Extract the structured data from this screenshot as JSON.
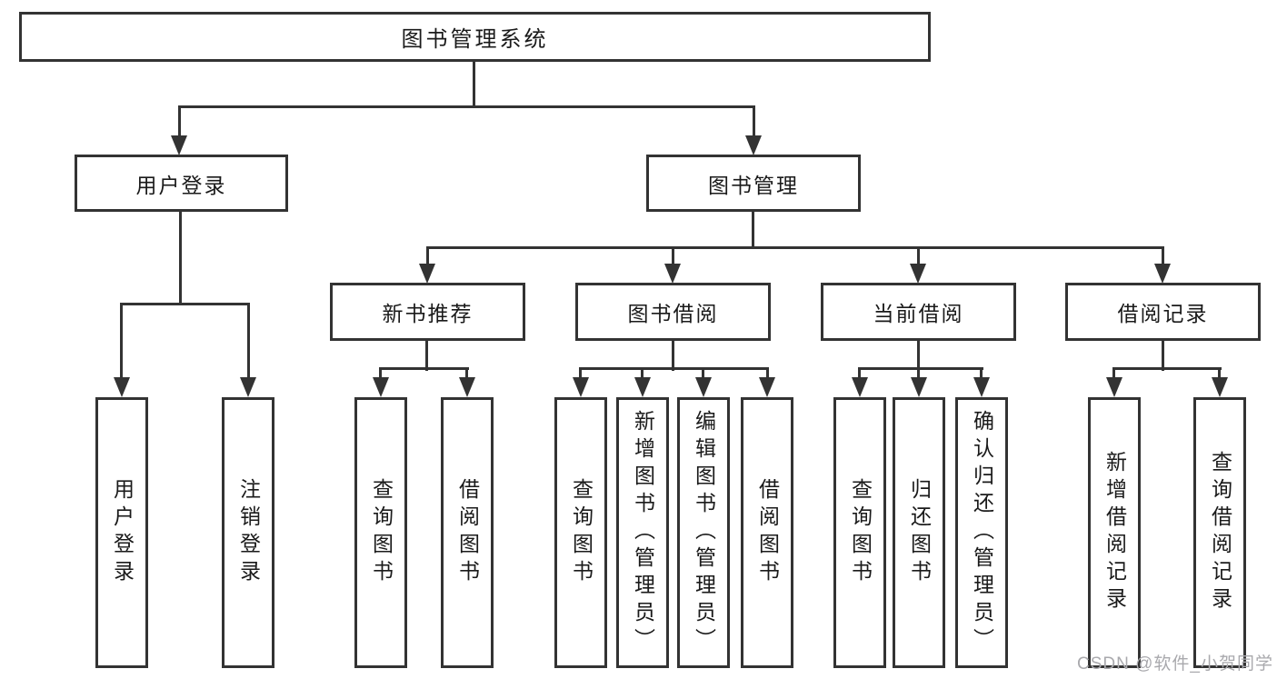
{
  "root": {
    "label": "图书管理系统"
  },
  "level1": {
    "user_login": {
      "label": "用户登录"
    },
    "book_management": {
      "label": "图书管理"
    }
  },
  "level2": {
    "new_book_recommend": {
      "label": "新书推荐"
    },
    "book_borrow": {
      "label": "图书借阅"
    },
    "current_borrow": {
      "label": "当前借阅"
    },
    "borrow_records": {
      "label": "借阅记录"
    }
  },
  "leaves": {
    "login": [
      {
        "label": "用户登录"
      },
      {
        "label": "注销登录"
      }
    ],
    "recommend": [
      {
        "label": "查询图书"
      },
      {
        "label": "借阅图书"
      }
    ],
    "borrow": [
      {
        "label": "查询图书"
      },
      {
        "label": "新增图书（管理员）"
      },
      {
        "label": "编辑图书（管理员）"
      },
      {
        "label": "借阅图书"
      }
    ],
    "current": [
      {
        "label": "查询图书"
      },
      {
        "label": "归还图书"
      },
      {
        "label": "确认归还（管理员）"
      }
    ],
    "records": [
      {
        "label": "新增借阅记录"
      },
      {
        "label": "查询借阅记录"
      }
    ]
  },
  "watermark": {
    "text": "CSDN @软件_小贺同学"
  },
  "colors": {
    "line": "#333333",
    "text": "#1a1a1a",
    "background": "#ffffff",
    "watermark": "#a9a9ad"
  }
}
